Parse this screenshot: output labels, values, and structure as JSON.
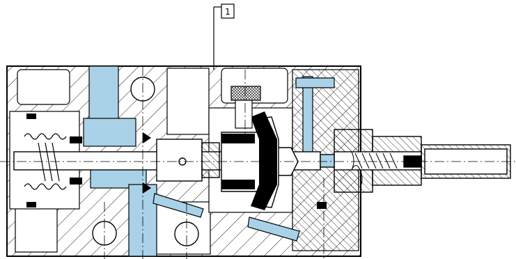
{
  "callout": {
    "label": "1"
  },
  "colors": {
    "background": "#ffffff",
    "line": "#000000",
    "air_passage": "#a9d2e8",
    "seal": "#000000",
    "centerline": "#000000"
  },
  "icons": [
    "spring",
    "piston",
    "seal",
    "knurled-knob",
    "pushbutton-plunger"
  ]
}
